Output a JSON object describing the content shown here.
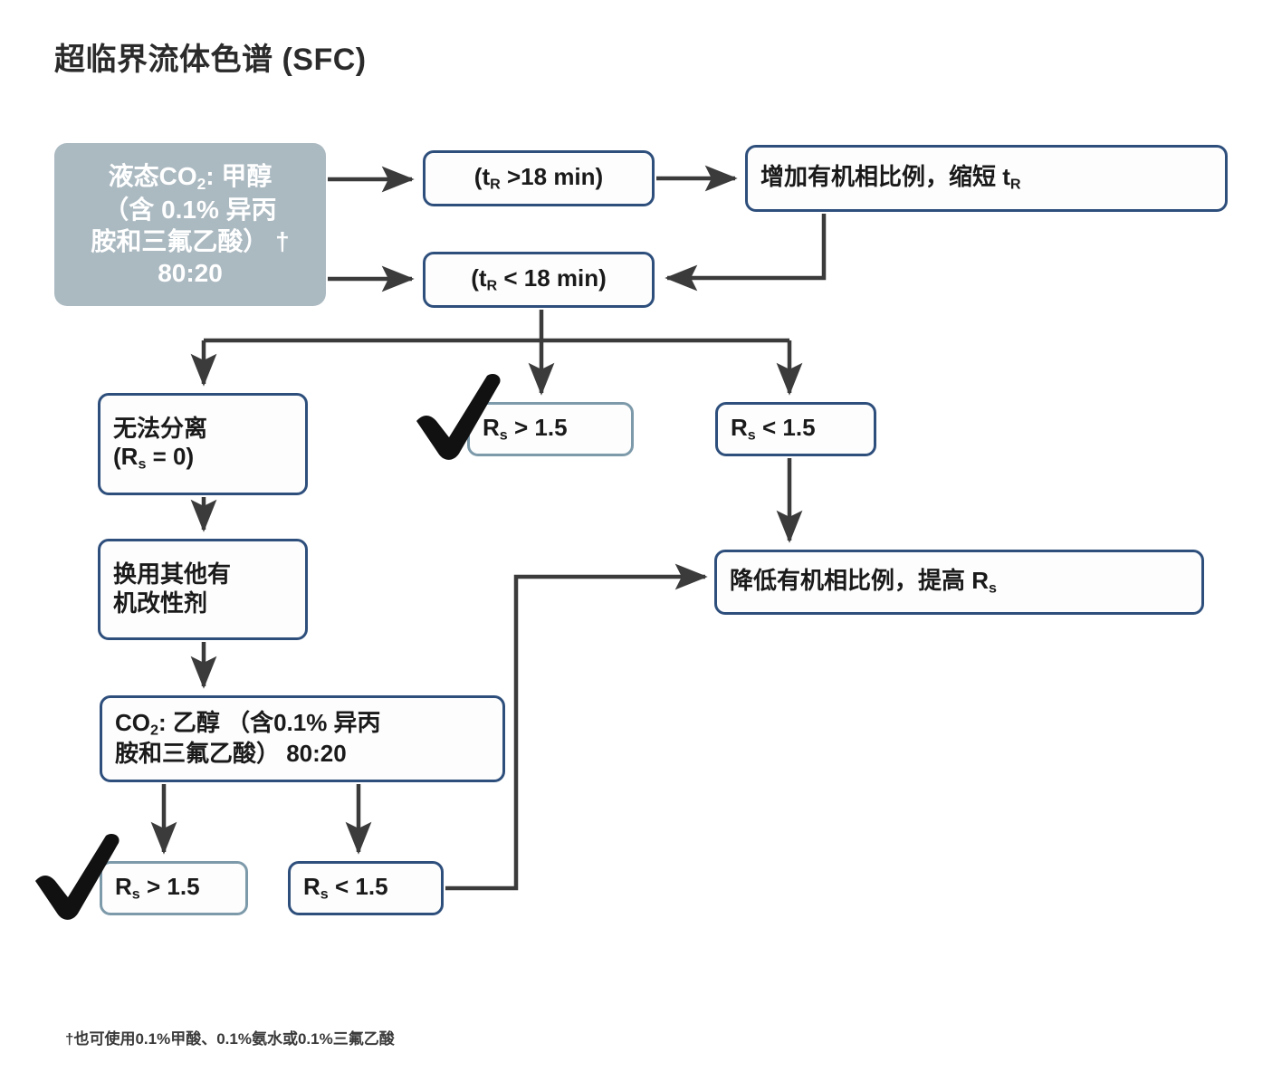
{
  "page": {
    "title": "超临界流体色谱 (SFC)",
    "footnote": "†也可使用0.1%甲酸、0.1%氨水或0.1%三氟乙酸",
    "colors": {
      "box_border_dark": "#2e4f7c",
      "box_border_light": "#7d9aaa",
      "start_box_fill": "#abb9c1",
      "arrow": "#3b3b3b",
      "text": "#1a1a1a",
      "background": "#ffffff"
    }
  },
  "nodes": {
    "start": {
      "line1": "液态CO",
      "sub1": "2",
      "line1b": ": 甲醇",
      "line2": "（含 0.1% 异丙",
      "line3": "胺和三氟乙酸） †",
      "line4": "80:20",
      "style": "gray-filled"
    },
    "tr_gt": {
      "pre": "(t",
      "sub": "R",
      "post": " >18 min)"
    },
    "tr_lt": {
      "pre": "(t",
      "sub": "R",
      "post": " < 18 min)"
    },
    "increase": {
      "pre": "增加有机相比例，缩短 t",
      "sub": "R",
      "post": ""
    },
    "no_separation": {
      "line1": "无法分离",
      "pre2": "(R",
      "sub2": "s",
      "post2": " = 0)"
    },
    "rs_gt_top": {
      "pre": "R",
      "sub": "s",
      "post": " > 1.5",
      "checked": true
    },
    "rs_lt_top": {
      "pre": "R",
      "sub": "s",
      "post": " < 1.5",
      "checked": false
    },
    "switch_modifier": {
      "line1": "换用其他有",
      "line2": "机改性剂"
    },
    "decrease": {
      "pre": "降低有机相比例，提高 R",
      "sub": "s",
      "post": ""
    },
    "co2_ethanol": {
      "pre": "CO",
      "sub": "2",
      "line1b": ": 乙醇 （含0.1% 异丙",
      "line2": "胺和三氟乙酸） 80:20"
    },
    "rs_gt_bottom": {
      "pre": "R",
      "sub": "s",
      "post": " > 1.5",
      "checked": true
    },
    "rs_lt_bottom": {
      "pre": "R",
      "sub": "s",
      "post": " < 1.5",
      "checked": false
    }
  },
  "icons": {
    "check_mark": "check-mark-icon"
  }
}
